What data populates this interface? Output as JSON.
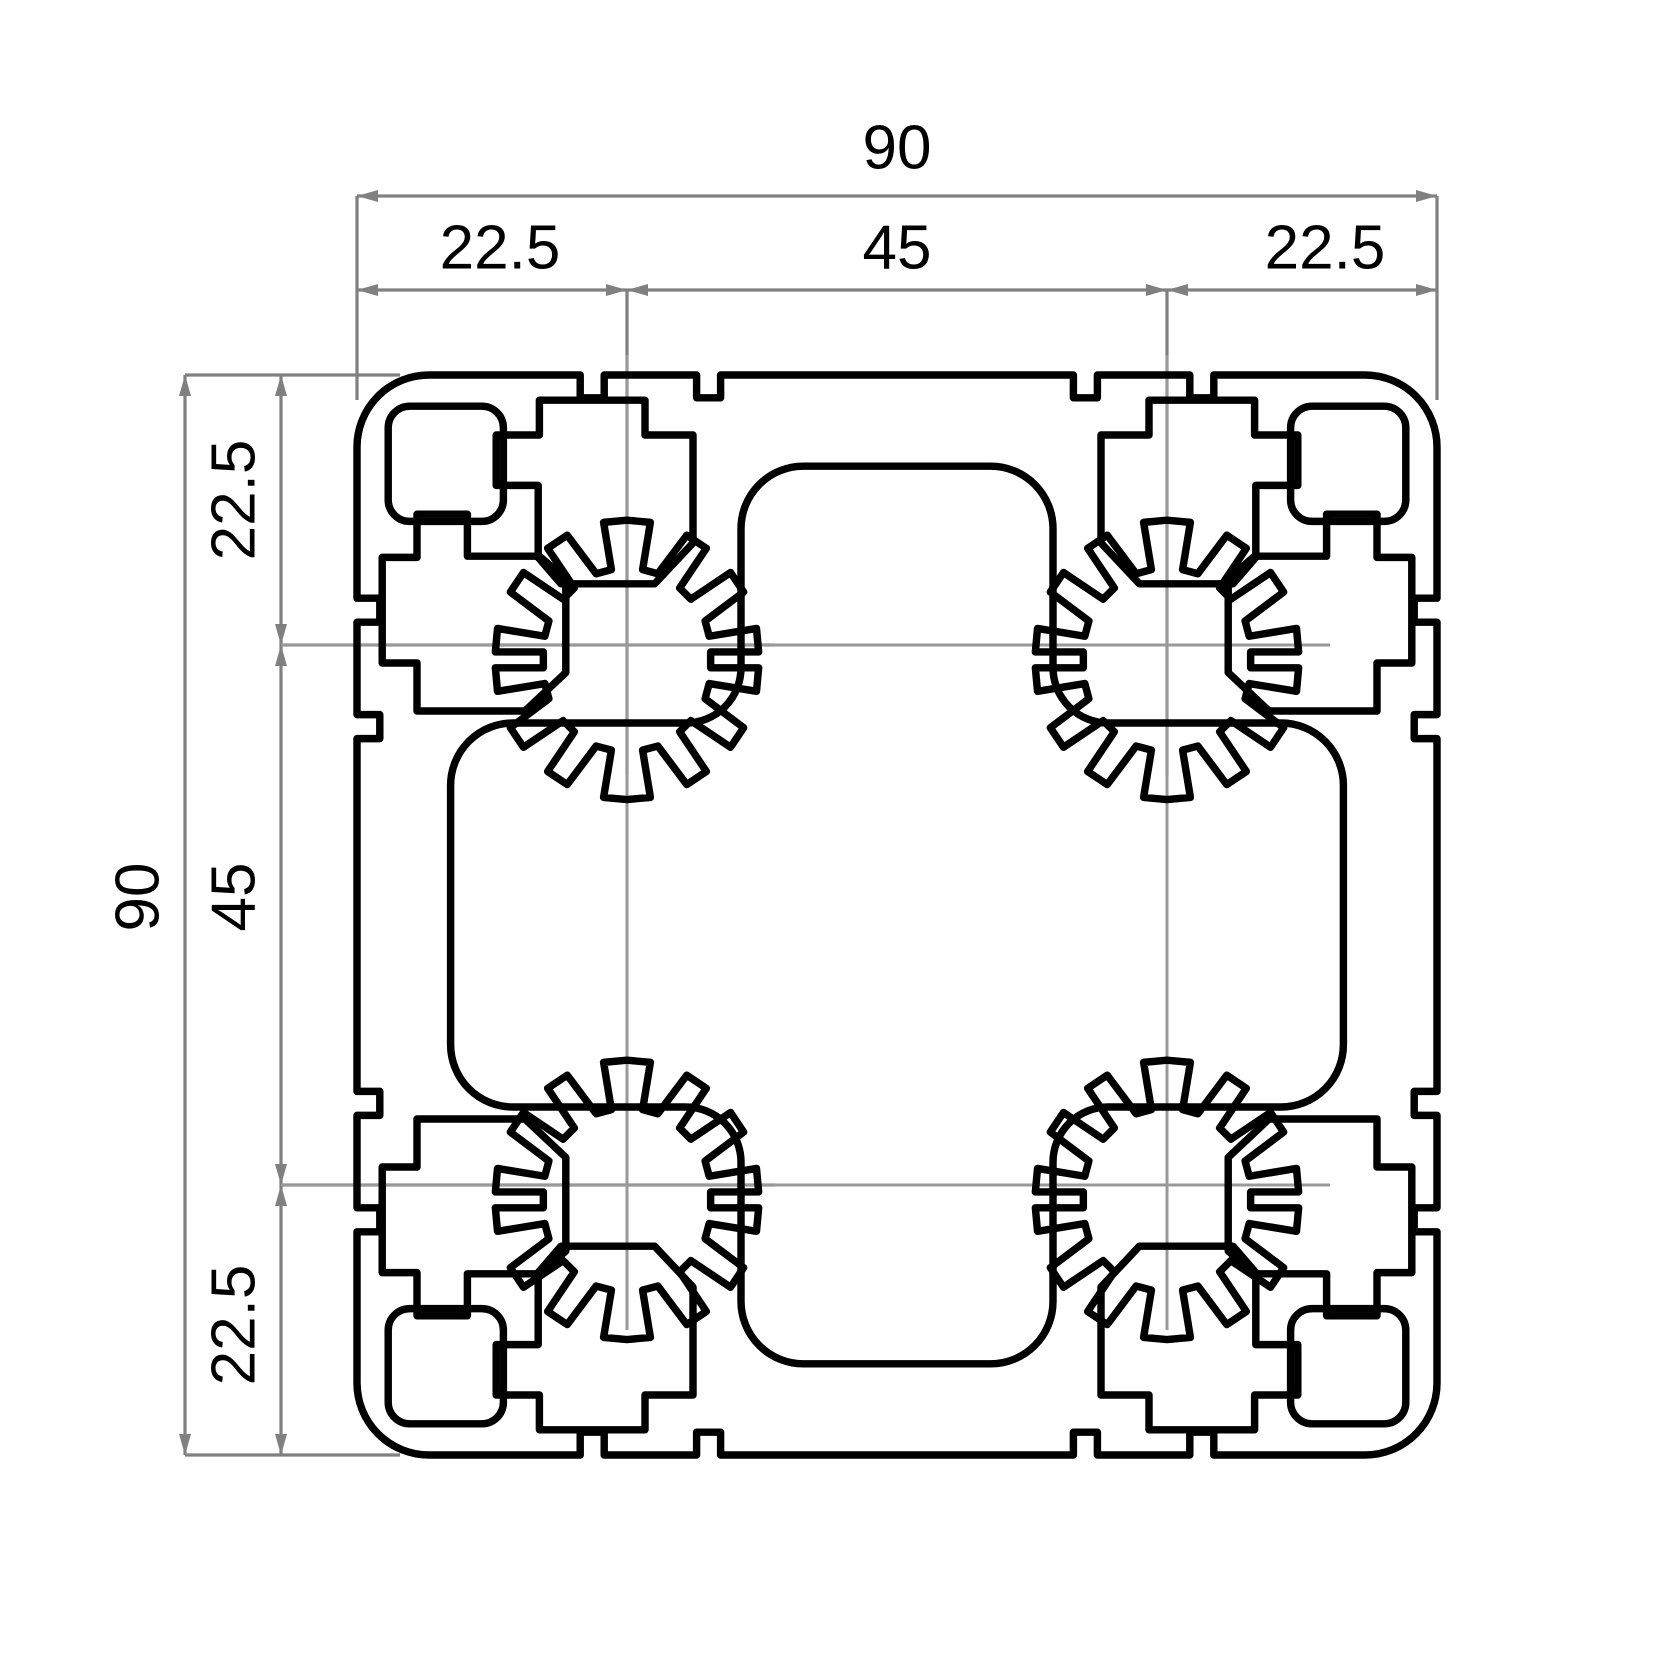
{
  "drawing": {
    "kind": "technical-drawing",
    "subject": "Aluminium extrusion profile cross-section 90 x 90",
    "units": "mm",
    "line_color": "#000000",
    "dimension_color": "#808080",
    "background": "#ffffff",
    "profile": {
      "overall_width": 90,
      "overall_height": 90,
      "corner_radius": 6,
      "wall": 2.5,
      "slot_count": 8,
      "bore_count": 4,
      "bore_spline_teeth": 10
    },
    "dimensions": {
      "top_overall": {
        "value": "90",
        "label": "90",
        "orientation": "horizontal"
      },
      "top_chain": [
        {
          "value": "22.5",
          "label": "22.5"
        },
        {
          "value": "45",
          "label": "45"
        },
        {
          "value": "22.5",
          "label": "22.5"
        }
      ],
      "left_overall": {
        "value": "90",
        "label": "90",
        "orientation": "vertical"
      },
      "left_chain": [
        {
          "value": "22.5",
          "label": "22.5"
        },
        {
          "value": "45",
          "label": "45"
        },
        {
          "value": "22.5",
          "label": "22.5"
        }
      ]
    },
    "centerlines": {
      "horizontal_mm": [
        22.5,
        67.5
      ],
      "vertical_mm": [
        22.5,
        67.5
      ]
    }
  }
}
